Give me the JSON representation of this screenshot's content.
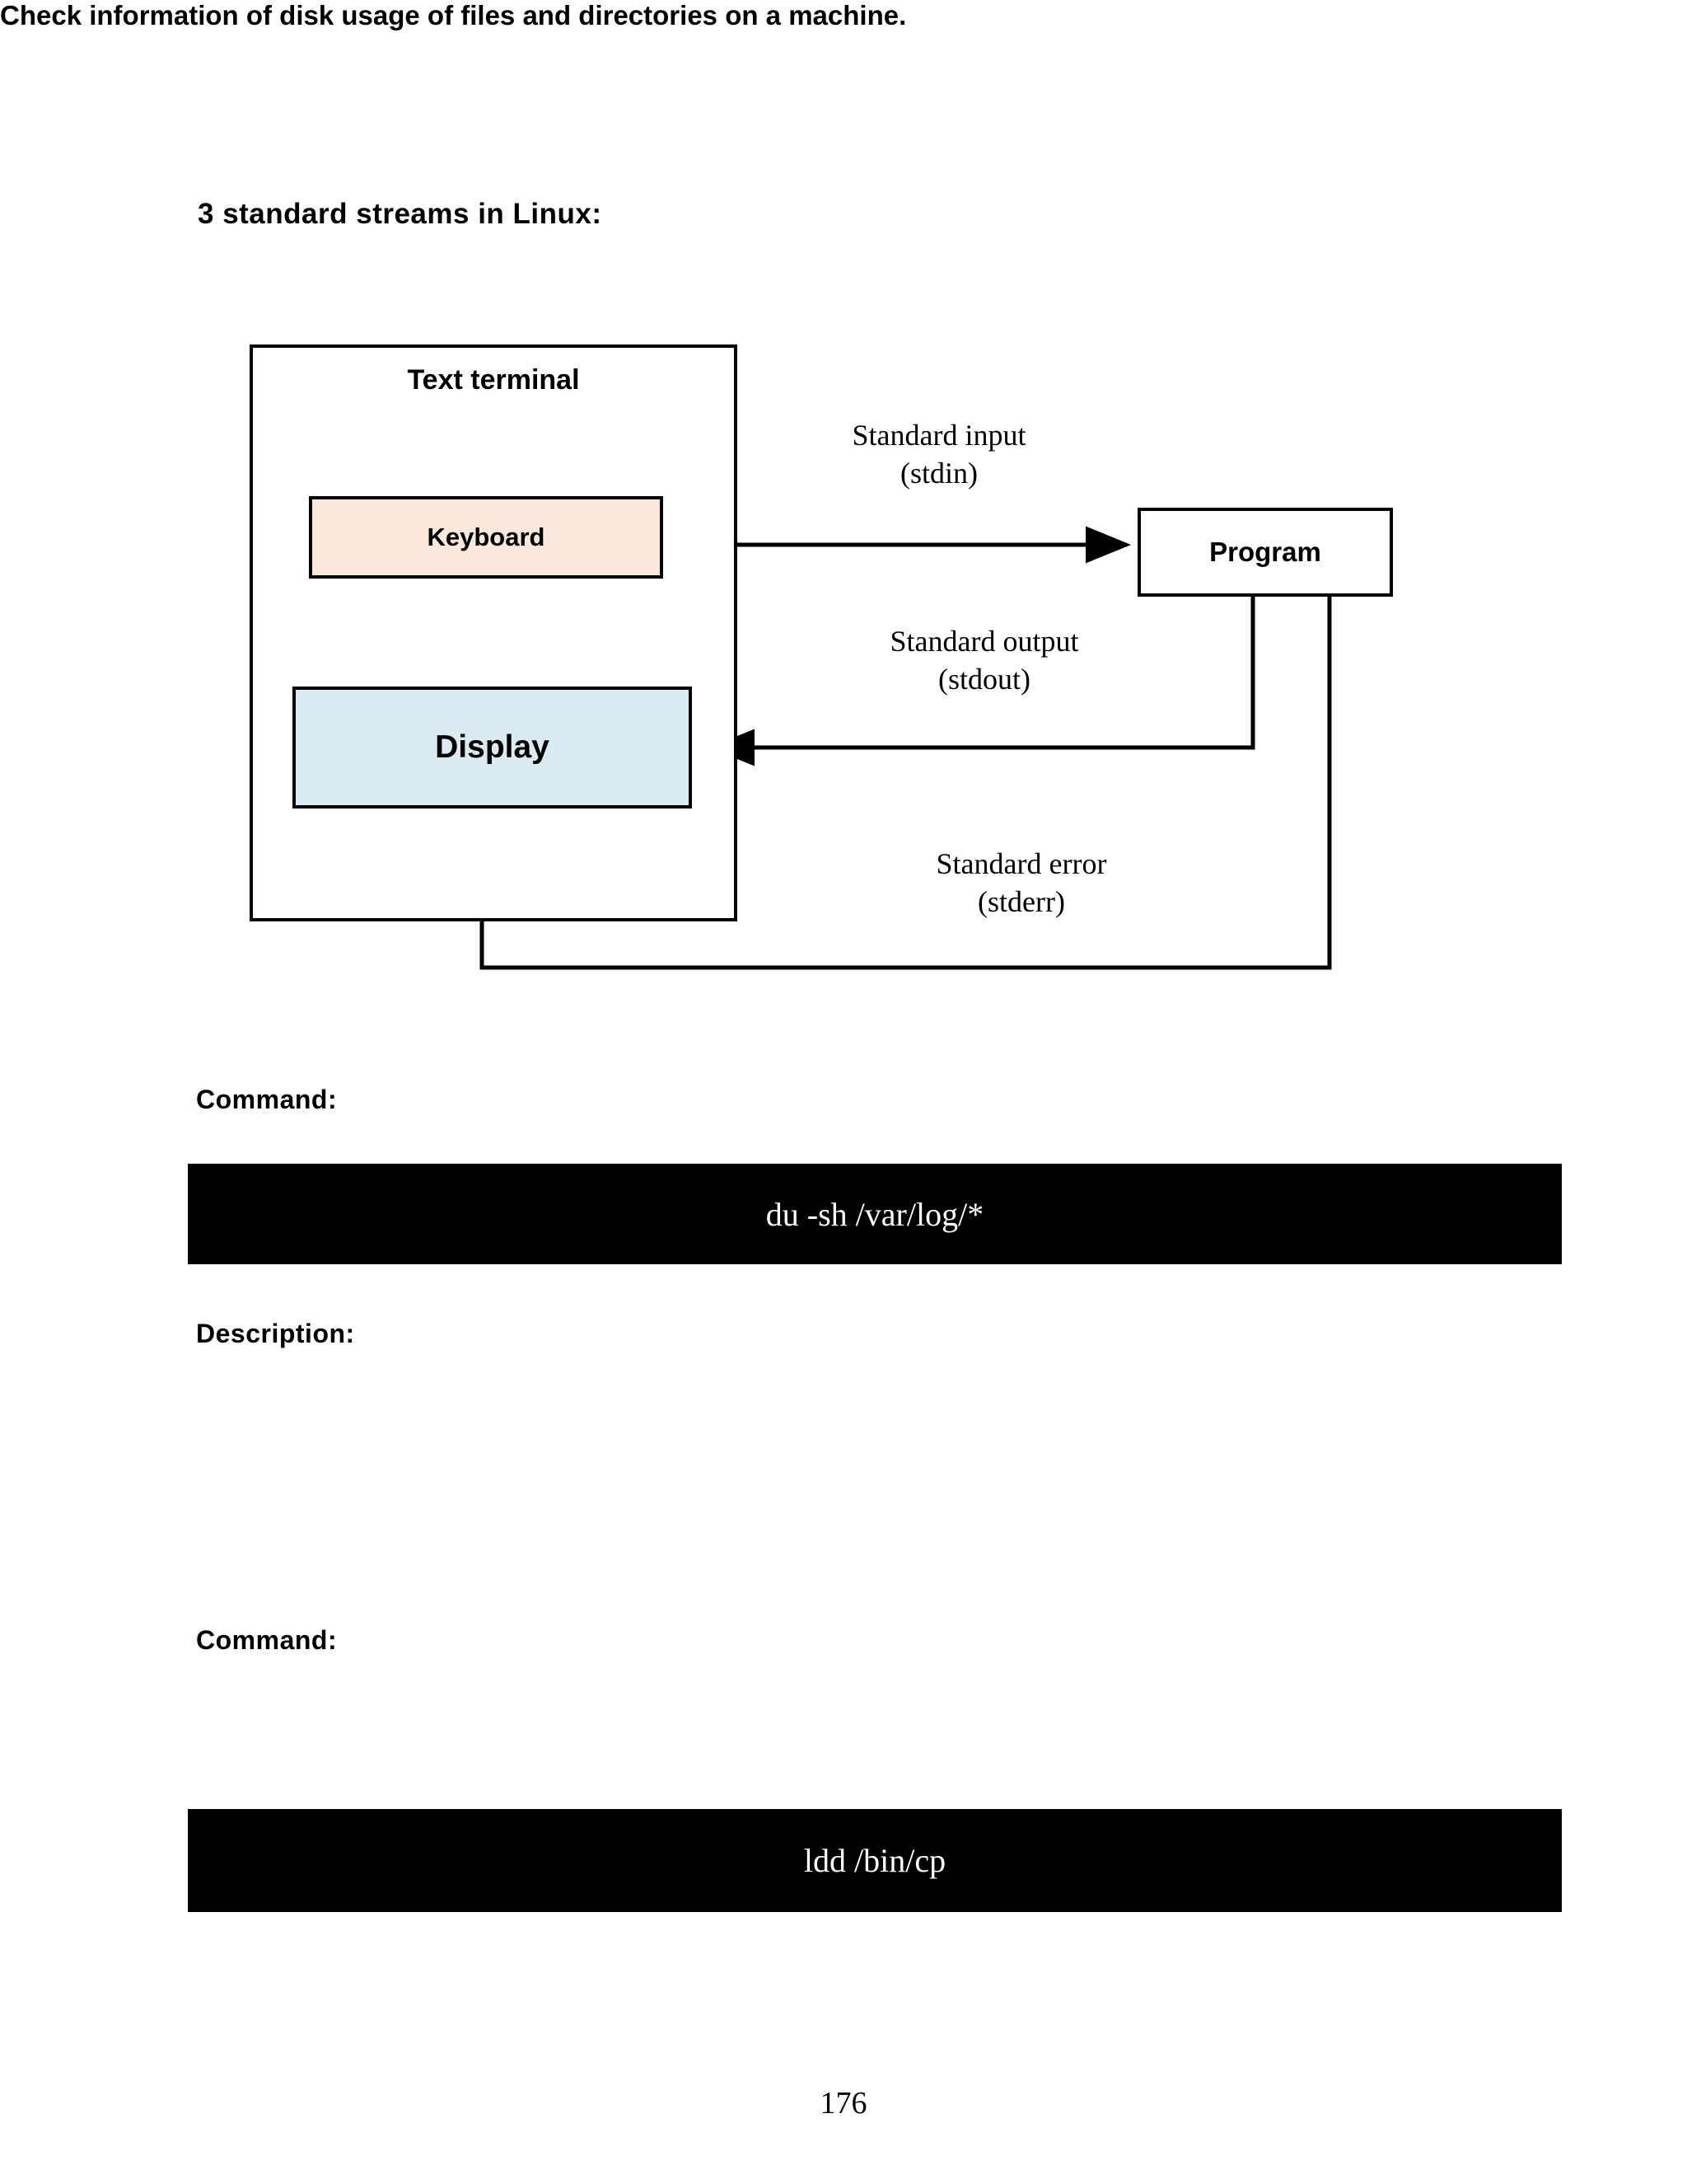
{
  "section": {
    "title": "3 standard streams in Linux:"
  },
  "diagram": {
    "terminal_label": "Text terminal",
    "keyboard_label": "Keyboard",
    "display_label": "Display",
    "program_label": "Program",
    "streams": [
      {
        "name": "stdin",
        "caption": "Standard input\n(stdin)",
        "direction": "keyboard-to-program"
      },
      {
        "name": "stdout",
        "caption": "Standard output\n(stdout)",
        "direction": "program-to-display"
      },
      {
        "name": "stderr",
        "caption": "Standard error\n(stderr)",
        "direction": "program-to-display"
      }
    ],
    "colors": {
      "keyboard_fill": "#fce9db",
      "display_fill": "#dcebf1",
      "program_fill": "#ffffff",
      "stroke": "#000000"
    }
  },
  "sections": {
    "command_label_1": "Command:",
    "command_1": "du -sh /var/log/*",
    "description_label": "Description:",
    "description_1": "Check information of disk usage of files and directories on a machine.",
    "command_label_2": "Command:",
    "command_2": "ldd /bin/cp"
  },
  "footer": {
    "page_number": "176"
  }
}
